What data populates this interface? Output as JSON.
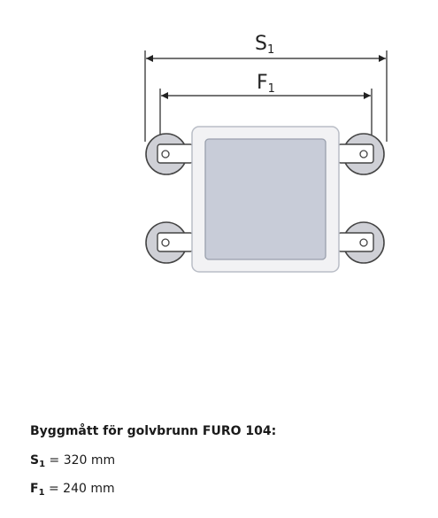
{
  "diagram": {
    "outer_dimension": {
      "letter": "S",
      "subscript": "1"
    },
    "inner_dimension": {
      "letter": "F",
      "subscript": "1"
    },
    "colors": {
      "line": "#222222",
      "frame_fill": "#f2f2f4",
      "frame_stroke": "#b9bdc6",
      "grate_fill": "#c8ccd8",
      "grate_stroke": "#9aa0ad",
      "foot_fill": "#cfd0d6",
      "foot_stroke": "#444444",
      "bracket_fill": "#ffffff"
    }
  },
  "caption": {
    "title": "Byggmått för golvbrunn FURO 104:",
    "rows": [
      {
        "letter": "S",
        "subscript": "1",
        "value": " = 320 mm"
      },
      {
        "letter": "F",
        "subscript": "1",
        "value": " = 240 mm"
      }
    ]
  }
}
